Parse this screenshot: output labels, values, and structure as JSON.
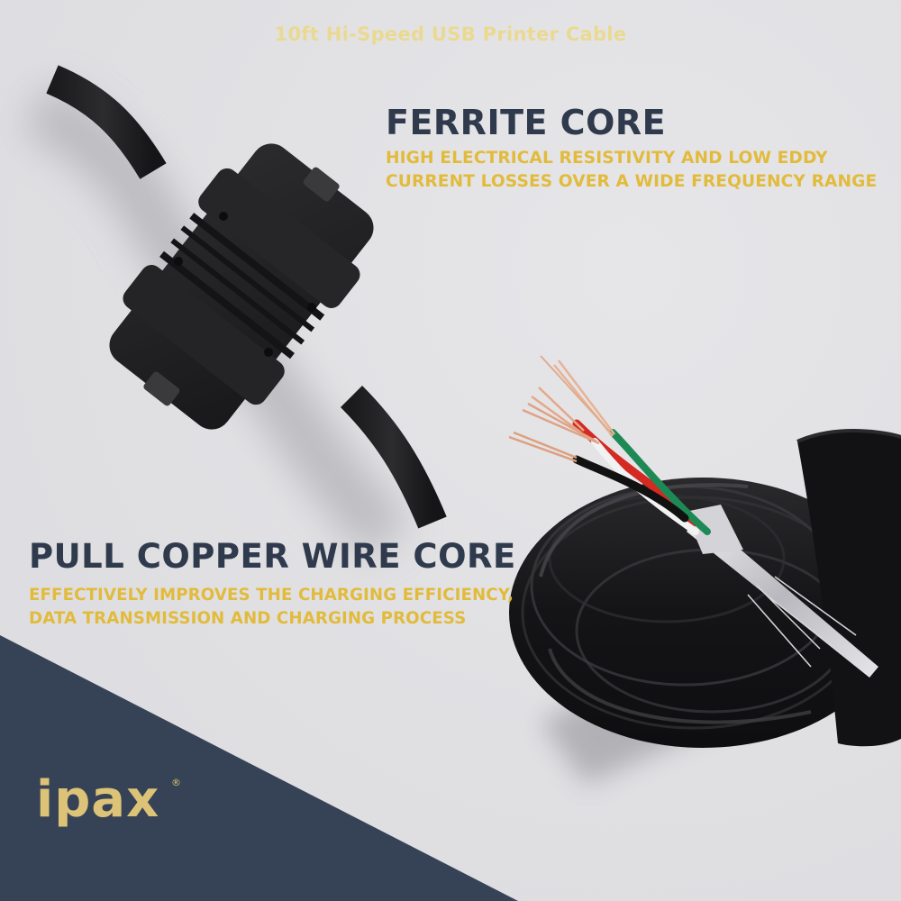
{
  "header": {
    "title": "10ft Hi-Speed USB Printer Cable"
  },
  "features": [
    {
      "heading": "FERRITE CORE",
      "description_lines": [
        "HIGH ELECTRICAL RESISTIVITY AND LOW EDDY",
        "CURRENT LOSSES OVER A WIDE FREQUENCY RANGE"
      ]
    },
    {
      "heading": "PULL COPPER WIRE CORE",
      "description_lines": [
        "EFFECTIVELY IMPROVES THE CHARGING EFFICIENCY,",
        "DATA TRANSMISSION AND CHARGING PROCESS"
      ]
    }
  ],
  "brand": {
    "logo_text": "ipax",
    "registered_mark": "®"
  },
  "images": {
    "ferrite_core": "ferrite-core-cable-photo",
    "copper_wire": "stripped-usb-cable-coil-photo"
  },
  "colors": {
    "background": "#e1e1e4",
    "navy": "#364256",
    "heading": "#2f3a4c",
    "gold": "#e2bb3c",
    "logo_gold": "#dcc378",
    "title_gold": "#ecd883"
  }
}
